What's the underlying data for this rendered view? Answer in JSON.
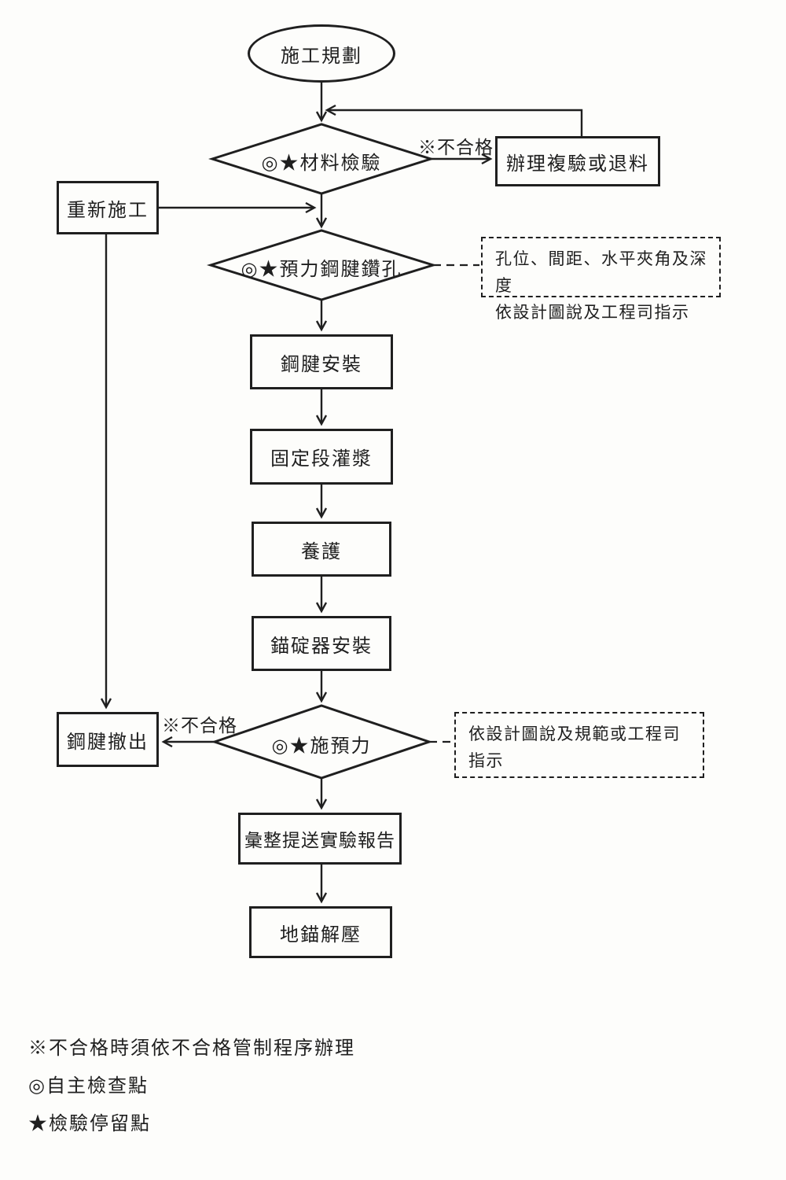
{
  "diagram": {
    "nodes": {
      "start": "施工規劃",
      "material_inspection": "◎★材料檢驗",
      "handle_reinspection": "辦理複驗或退料",
      "rework": "重新施工",
      "tendon_drilling": "◎★預力鋼腱鑽孔",
      "tendon_installation": "鋼腱安裝",
      "fixed_segment_grouting": "固定段灌漿",
      "curing": "養護",
      "anchorage_installation": "錨碇器安裝",
      "apply_prestress": "◎★施預力",
      "tendon_removal": "鋼腱撤出",
      "compile_test_report": "彙整提送實驗報告",
      "anchor_release": "地錨解壓"
    },
    "edge_labels": {
      "material_fail": "※不合格",
      "prestress_fail": "※不合格"
    },
    "notes": {
      "drilling": [
        "孔位、間距、水平夾角及深度",
        "依設計圖說及工程司指示"
      ],
      "prestress": [
        "依設計圖說及規範或工程司",
        "指示"
      ]
    },
    "legend": [
      "※不合格時須依不合格管制程序辦理",
      "◎自主檢查點",
      "★檢驗停留點"
    ],
    "colors": {
      "ink": "#1f1f1f",
      "paper": "#fdfdfb"
    }
  }
}
